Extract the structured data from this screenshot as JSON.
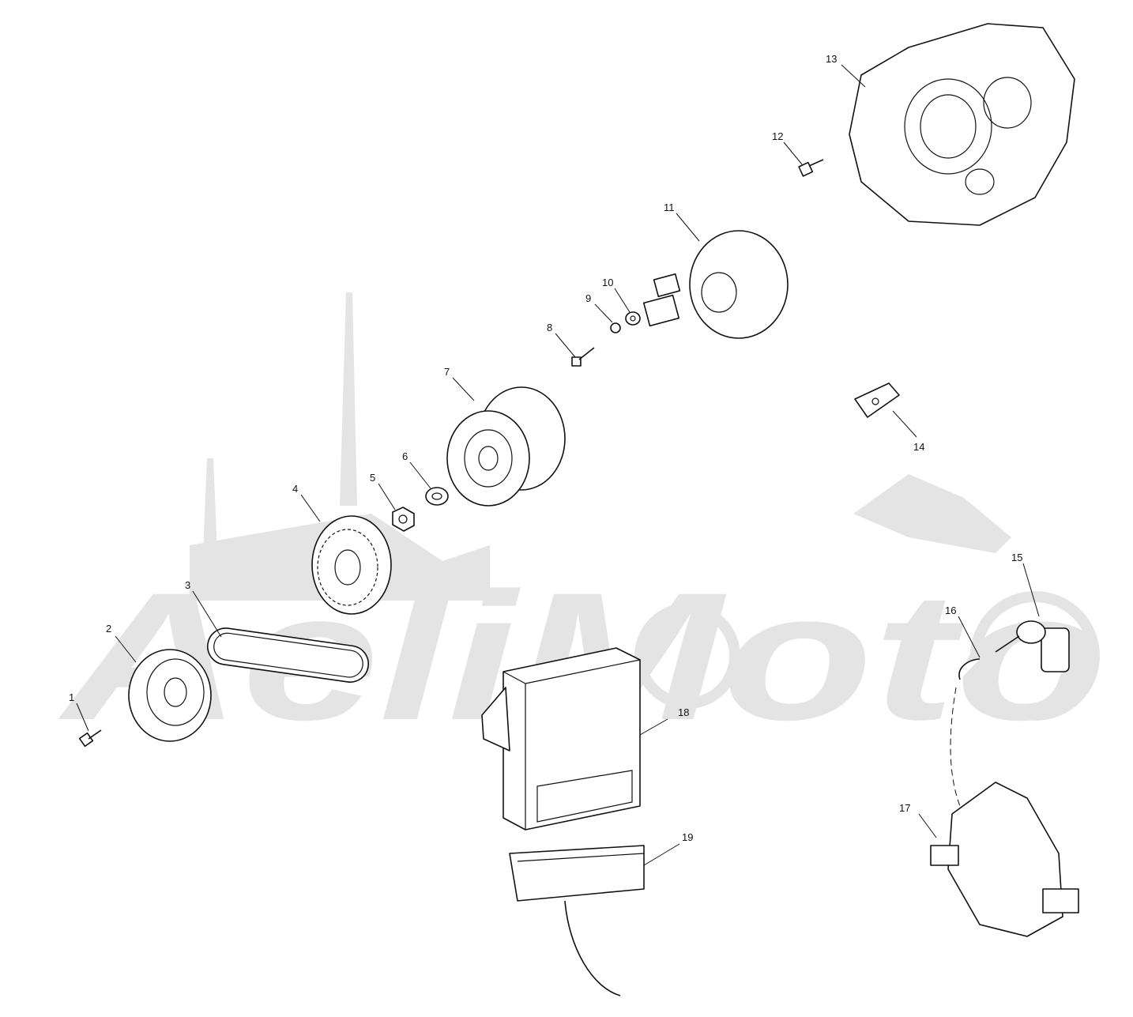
{
  "diagram": {
    "watermark": "AeliMoto",
    "callouts": [
      "1",
      "2",
      "3",
      "4",
      "5",
      "6",
      "7",
      "8",
      "9",
      "10",
      "11",
      "12",
      "13",
      "14",
      "15",
      "16",
      "17",
      "18",
      "19"
    ]
  }
}
